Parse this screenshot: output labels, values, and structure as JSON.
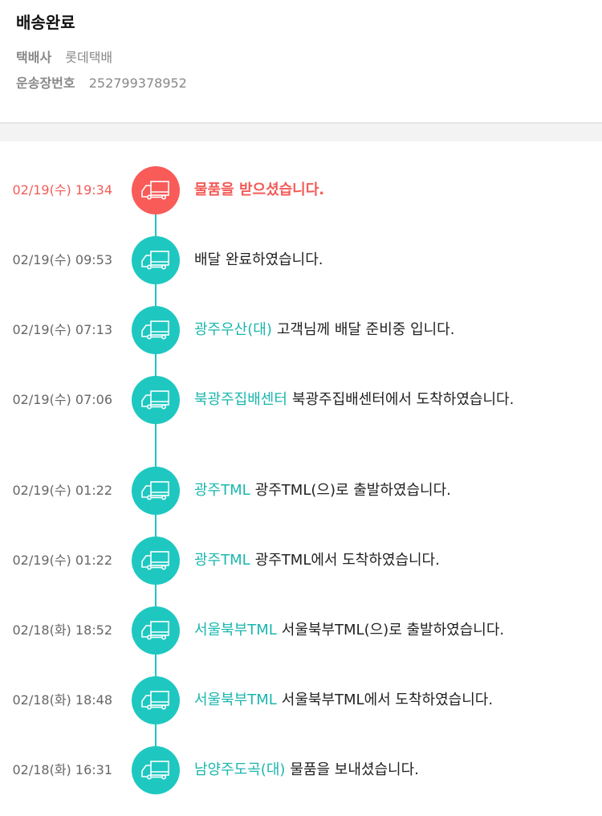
{
  "header": {
    "title": "배송완료",
    "courier_label": "택배사",
    "courier_value": "롯데택배",
    "tracking_label": "운송장번호",
    "tracking_value": "252799378952"
  },
  "colors": {
    "highlight": "#f85b58",
    "accent": "#1ec8c1"
  },
  "events": [
    {
      "date": "02/19(수) 19:34",
      "location": "",
      "message": "물품을 받으셨습니다.",
      "icon": "truck-icon"
    },
    {
      "date": "02/19(수) 09:53",
      "location": "",
      "message": "배달 완료하였습니다.",
      "icon": "truck-icon"
    },
    {
      "date": "02/19(수) 07:13",
      "location": "광주우산(대)",
      "message": "고객님께 배달 준비중 입니다.",
      "icon": "truck-icon"
    },
    {
      "date": "02/19(수) 07:06",
      "location": "북광주집배센터",
      "message": "북광주집배센터에서 도착하였습니다.",
      "icon": "truck-icon"
    },
    {
      "date": "02/19(수) 01:22",
      "location": "광주TML",
      "message": "광주TML(으)로 출발하였습니다.",
      "icon": "truck-icon"
    },
    {
      "date": "02/19(수) 01:22",
      "location": "광주TML",
      "message": "광주TML에서 도착하였습니다.",
      "icon": "truck-icon"
    },
    {
      "date": "02/18(화) 18:52",
      "location": "서울북부TML",
      "message": "서울북부TML(으)로 출발하였습니다.",
      "icon": "truck-icon"
    },
    {
      "date": "02/18(화) 18:48",
      "location": "서울북부TML",
      "message": "서울북부TML에서 도착하였습니다.",
      "icon": "truck-icon"
    },
    {
      "date": "02/18(화) 16:31",
      "location": "남양주도곡(대)",
      "message": "물품을 보내셨습니다.",
      "icon": "truck-icon"
    }
  ]
}
